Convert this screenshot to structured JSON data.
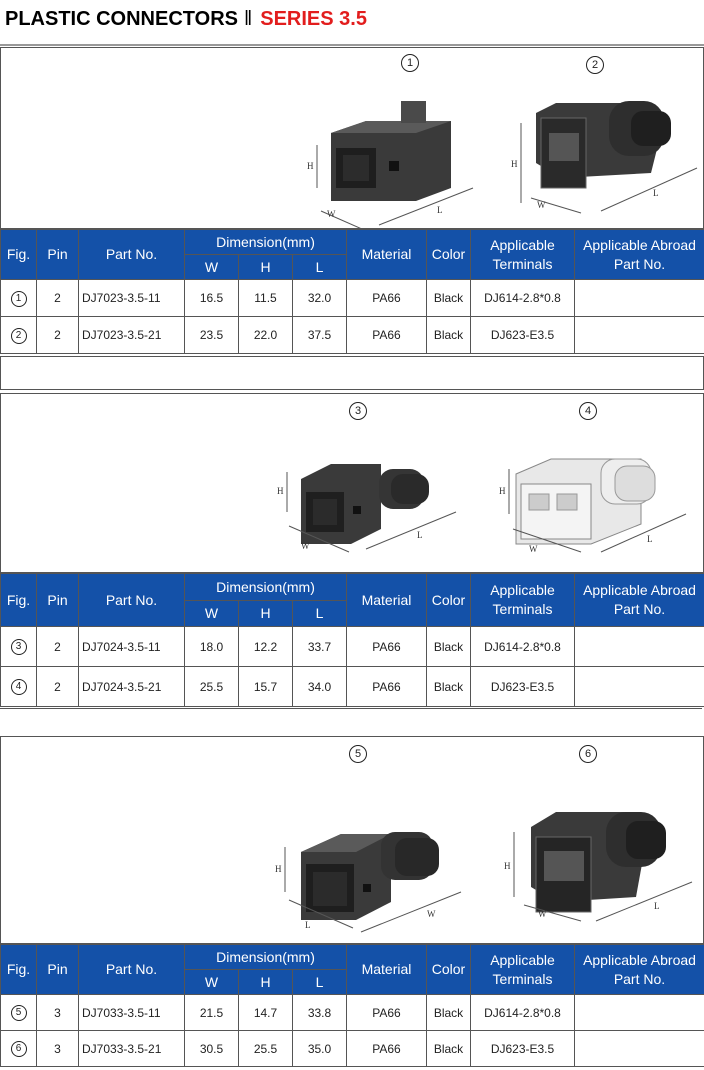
{
  "header": {
    "title": "PLASTIC CONNECTORS",
    "separator": "‖",
    "series": "SERIES 3.5"
  },
  "table_header": {
    "fig": "Fig.",
    "pin": "Pin",
    "part_no": "Part No.",
    "dimension": "Dimension(mm)",
    "w": "W",
    "h": "H",
    "l": "L",
    "material": "Material",
    "color": "Color",
    "terminals": "Applicable Terminals",
    "abroad": "Applicable Abroad Part No."
  },
  "figure_labels": {
    "w": "W",
    "h": "H",
    "l": "L"
  },
  "sections": [
    {
      "figs": [
        "1",
        "2"
      ],
      "rows": [
        {
          "fig": "1",
          "pin": "2",
          "part_no": "DJ7023-3.5-11",
          "w": "16.5",
          "h": "11.5",
          "l": "32.0",
          "material": "PA66",
          "color": "Black",
          "terminals": "DJ614-2.8*0.8",
          "abroad": ""
        },
        {
          "fig": "2",
          "pin": "2",
          "part_no": "DJ7023-3.5-21",
          "w": "23.5",
          "h": "22.0",
          "l": "37.5",
          "material": "PA66",
          "color": "Black",
          "terminals": "DJ623-E3.5",
          "abroad": ""
        }
      ]
    },
    {
      "figs": [
        "3",
        "4"
      ],
      "rows": [
        {
          "fig": "3",
          "pin": "2",
          "part_no": "DJ7024-3.5-11",
          "w": "18.0",
          "h": "12.2",
          "l": "33.7",
          "material": "PA66",
          "color": "Black",
          "terminals": "DJ614-2.8*0.8",
          "abroad": ""
        },
        {
          "fig": "4",
          "pin": "2",
          "part_no": "DJ7024-3.5-21",
          "w": "25.5",
          "h": "15.7",
          "l": "34.0",
          "material": "PA66",
          "color": "Black",
          "terminals": "DJ623-E3.5",
          "abroad": ""
        }
      ]
    },
    {
      "figs": [
        "5",
        "6"
      ],
      "rows": [
        {
          "fig": "5",
          "pin": "3",
          "part_no": "DJ7033-3.5-11",
          "w": "21.5",
          "h": "14.7",
          "l": "33.8",
          "material": "PA66",
          "color": "Black",
          "terminals": "DJ614-2.8*0.8",
          "abroad": ""
        },
        {
          "fig": "6",
          "pin": "3",
          "part_no": "DJ7033-3.5-21",
          "w": "30.5",
          "h": "25.5",
          "l": "35.0",
          "material": "PA66",
          "color": "Black",
          "terminals": "DJ623-E3.5",
          "abroad": ""
        }
      ]
    }
  ]
}
